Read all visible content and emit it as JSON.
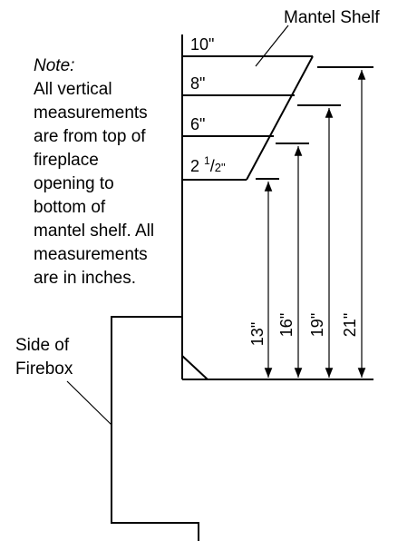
{
  "labels": {
    "mantel_shelf": "Mantel Shelf",
    "side_of_firebox_line1": "Side of",
    "side_of_firebox_line2": "Firebox"
  },
  "note": {
    "heading": "Note:",
    "lines": [
      "All vertical",
      "measurements",
      "are from top of",
      "fireplace",
      "opening to",
      "bottom of",
      "mantel shelf. All",
      "measurements",
      "are in inches."
    ]
  },
  "shelf_depths": {
    "d10": "10\"",
    "d8": "8\"",
    "d6": "6\"",
    "d2_whole": "2 ",
    "d2_num": "1",
    "d2_den": "2\""
  },
  "heights": [
    "13\"",
    "16\"",
    "19\"",
    "21\""
  ],
  "colors": {
    "line": "#000000",
    "background": "#ffffff"
  }
}
